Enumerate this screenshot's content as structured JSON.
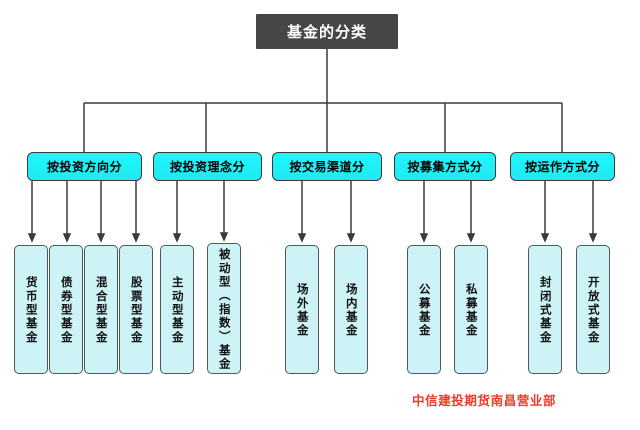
{
  "diagram": {
    "title": "基金的分类",
    "credit": "中信建投期货南昌营业部",
    "colors": {
      "root_fill": "#464646",
      "root_text": "#ffffff",
      "category_fill": "#25eff5",
      "leaf_fill": "#cdf3f7",
      "border": "#3b3b3b",
      "credit_text": "#ee3b2a",
      "connector": "#3a3a3a"
    },
    "categories": [
      {
        "label": "按投资方向分",
        "children": [
          {
            "label": "货币型基金"
          },
          {
            "label": "债券型基金"
          },
          {
            "label": "混合型基金"
          },
          {
            "label": "股票型基金"
          }
        ]
      },
      {
        "label": "按投资理念分",
        "children": [
          {
            "label": "主动型基金"
          },
          {
            "label": "被动型（指数）基金"
          }
        ]
      },
      {
        "label": "按交易渠道分",
        "children": [
          {
            "label": "场外基金"
          },
          {
            "label": "场内基金"
          }
        ]
      },
      {
        "label": "按募集方式分",
        "children": [
          {
            "label": "公募基金"
          },
          {
            "label": "私募基金"
          }
        ]
      },
      {
        "label": "按运作方式分",
        "children": [
          {
            "label": "封闭式基金"
          },
          {
            "label": "开放式基金"
          }
        ]
      }
    ]
  }
}
